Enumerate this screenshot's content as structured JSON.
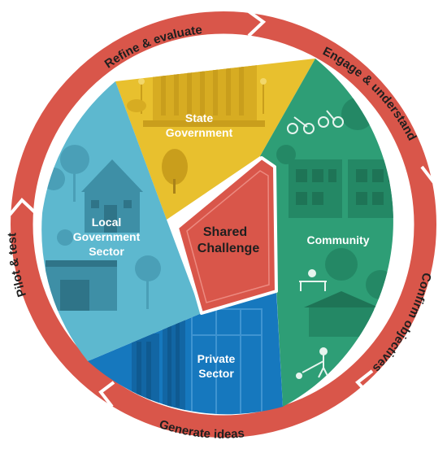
{
  "ring": {
    "steps": [
      {
        "label": "Refine & evaluate"
      },
      {
        "label": "Engage & understand"
      },
      {
        "label": "Confirm objectives"
      },
      {
        "label": "Generate ideas"
      },
      {
        "label": "Pilot & test"
      }
    ],
    "color": "#D9564A"
  },
  "sectors": [
    {
      "line1": "State",
      "line2": "Government",
      "line3": "",
      "color": "#E8C02E"
    },
    {
      "line1": "Community",
      "line2": "",
      "line3": "",
      "color": "#2E9E76"
    },
    {
      "line1": "Private",
      "line2": "Sector",
      "line3": "",
      "color": "#1678BE"
    },
    {
      "line1": "Local",
      "line2": "Government",
      "line3": "Sector",
      "color": "#5DB8CF"
    }
  ],
  "center": {
    "line1": "Shared",
    "line2": "Challenge",
    "color": "#D9564A"
  },
  "icons": [
    "government-building-icon",
    "cyclist-icon",
    "houses-icon",
    "park-bench-icon",
    "dog-walker-icon",
    "office-towers-icon",
    "town-hall-icon",
    "trees-icon"
  ]
}
